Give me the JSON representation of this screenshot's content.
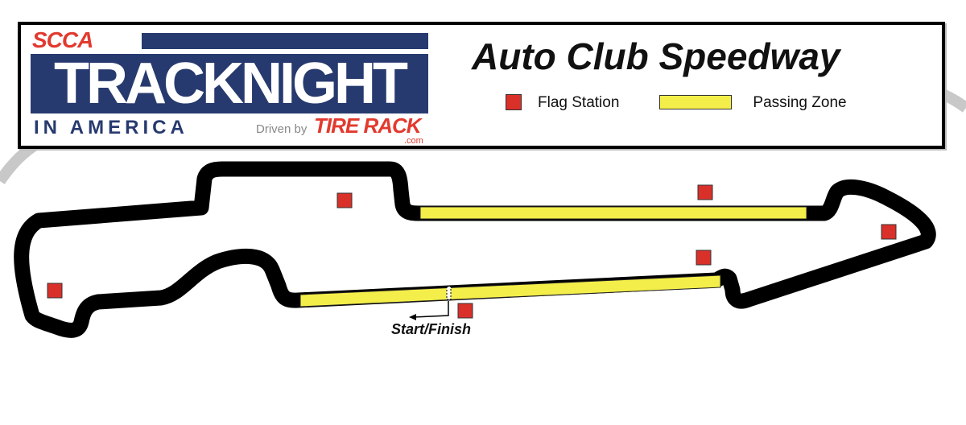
{
  "logo": {
    "line1": "SCCA",
    "line2": "TRACKNIGHT",
    "line3": "IN AMERICA",
    "driven_by": "Driven by",
    "sponsor": "TIRE RACK",
    "sponsor_suffix": ".com"
  },
  "title": "Auto Club Speedway",
  "legend": [
    {
      "label": "Flag Station",
      "color": "#d9302a"
    },
    {
      "label": "Passing Zone",
      "color": "#f4ee4a"
    }
  ],
  "start_finish_label": "Start/Finish",
  "colors": {
    "track": "#000000",
    "passing_zone": "#f4ee4a",
    "flag_station": "#d9302a",
    "brand_blue": "#273a6f",
    "brand_red": "#e23a2e"
  }
}
